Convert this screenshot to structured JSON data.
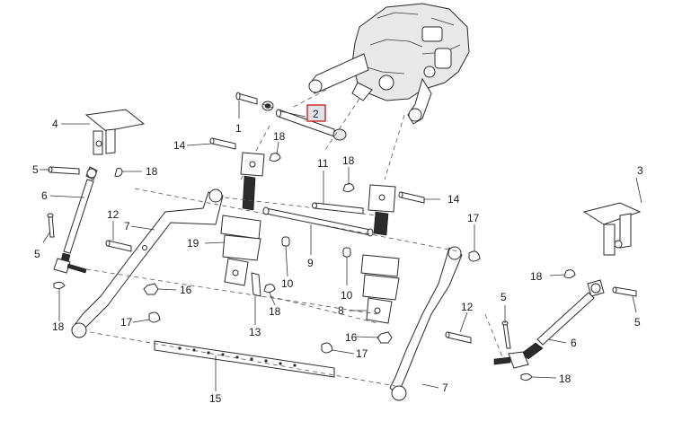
{
  "diagram": {
    "highlight_color": "#cc2222",
    "highlighted_callout": "2",
    "callouts": {
      "c1": "1",
      "c2": "2",
      "c3": "3",
      "c4": "4",
      "c5a": "5",
      "c5b": "5",
      "c5c": "5",
      "c5d": "5",
      "c6a": "6",
      "c6b": "6",
      "c7a": "7",
      "c7b": "7",
      "c8": "8",
      "c9": "9",
      "c10a": "10",
      "c10b": "10",
      "c11": "11",
      "c12a": "12",
      "c12b": "12",
      "c13": "13",
      "c14a": "14",
      "c14b": "14",
      "c15": "15",
      "c16a": "16",
      "c16b": "16",
      "c17a": "17",
      "c17b": "17",
      "c17c": "17",
      "c18a": "18",
      "c18b": "18",
      "c18c": "18",
      "c18d": "18",
      "c18e": "18",
      "c18f": "18",
      "c18g": "18",
      "c19": "19"
    }
  }
}
